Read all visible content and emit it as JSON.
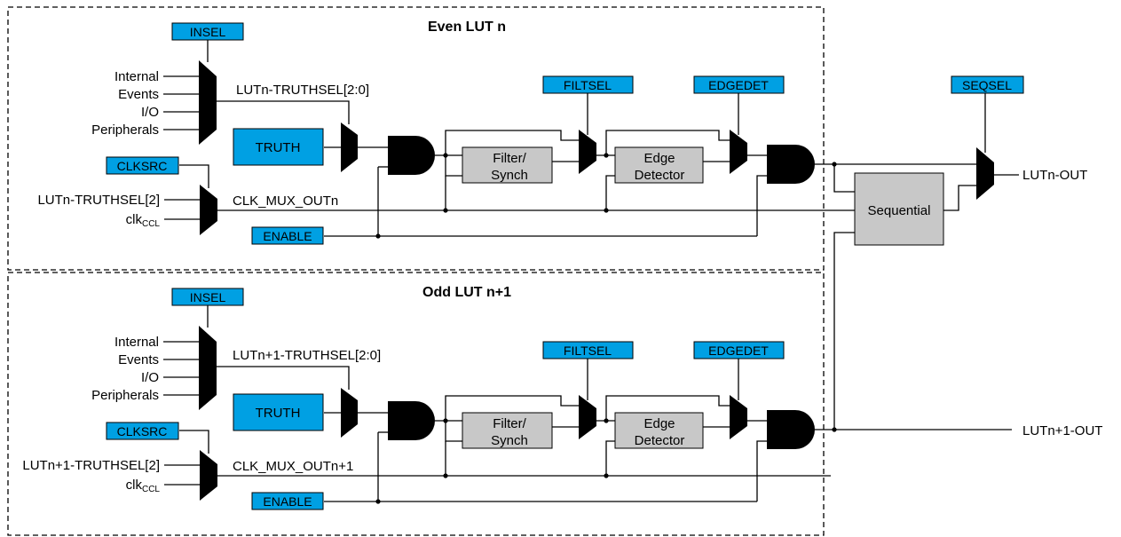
{
  "colors": {
    "register_fill": "#00a0e3",
    "block_fill": "#c8c8c8",
    "gate_fill": "#000000",
    "frame_style": "dashed"
  },
  "even": {
    "title": "Even LUT n",
    "insel": "INSEL",
    "inputs": [
      "Internal",
      "Events",
      "I/O",
      "Peripherals"
    ],
    "truthsel_label": "LUTn-TRUTHSEL[2:0]",
    "truth": "TRUTH",
    "clksrc": "CLKSRC",
    "clk_in1": "LUTn-TRUTHSEL[2]",
    "clk_in2_main": "clk",
    "clk_in2_sub": "CCL",
    "clk_mux_out": "CLK_MUX_OUTn",
    "enable": "ENABLE",
    "filtsel": "FILTSEL",
    "filter_line1": "Filter/",
    "filter_line2": "Synch",
    "edgedet": "EDGEDET",
    "edge_line1": "Edge",
    "edge_line2": "Detector"
  },
  "odd": {
    "title": "Odd LUT n+1",
    "insel": "INSEL",
    "inputs": [
      "Internal",
      "Events",
      "I/O",
      "Peripherals"
    ],
    "truthsel_label": "LUTn+1-TRUTHSEL[2:0]",
    "truth": "TRUTH",
    "clksrc": "CLKSRC",
    "clk_in1": "LUTn+1-TRUTHSEL[2]",
    "clk_in2_main": "clk",
    "clk_in2_sub": "CCL",
    "clk_mux_out": "CLK_MUX_OUTn+1",
    "enable": "ENABLE",
    "filtsel": "FILTSEL",
    "filter_line1": "Filter/",
    "filter_line2": "Synch",
    "edgedet": "EDGEDET",
    "edge_line1": "Edge",
    "edge_line2": "Detector"
  },
  "shared": {
    "seqsel": "SEQSEL",
    "sequential": "Sequential",
    "out_n": "LUTn-OUT",
    "out_n1": "LUTn+1-OUT"
  }
}
